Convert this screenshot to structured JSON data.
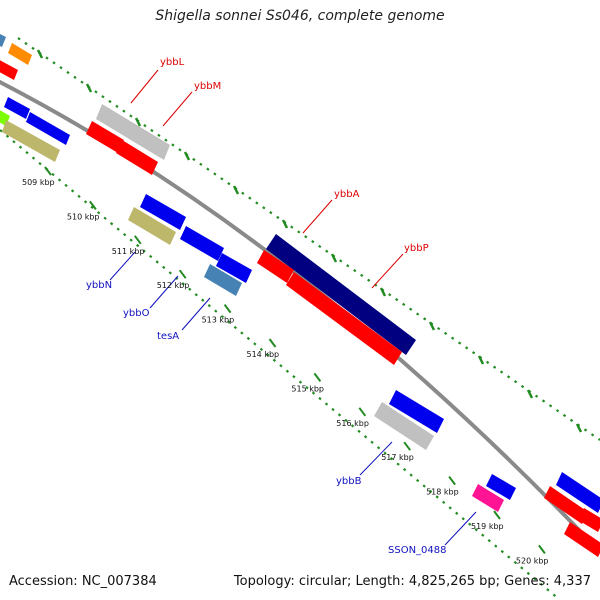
{
  "title": "Shigella sonnei Ss046, complete genome",
  "footer": {
    "accession": "Accession: NC_007384",
    "summary": "Topology: circular; Length: 4,825,265 bp; Genes: 4,337"
  },
  "colors": {
    "backbone": "#888888",
    "tick": "#228b22",
    "label_top": "#dd0000",
    "label_bottom": "#1010c0"
  },
  "ticks": [
    {
      "label": "509 kbp",
      "pos": 0
    },
    {
      "label": "510 kbp",
      "pos": 1
    },
    {
      "label": "511 kbp",
      "pos": 2
    },
    {
      "label": "512 kbp",
      "pos": 3
    },
    {
      "label": "513 kbp",
      "pos": 4
    },
    {
      "label": "514 kbp",
      "pos": 5
    },
    {
      "label": "515 kbp",
      "pos": 6
    },
    {
      "label": "516 kbp",
      "pos": 7
    },
    {
      "label": "517 kbp",
      "pos": 8
    },
    {
      "label": "518 kbp",
      "pos": 9
    },
    {
      "label": "519 kbp",
      "pos": 10
    },
    {
      "label": "520 kbp",
      "pos": 11
    }
  ],
  "gene_labels": [
    {
      "text": "ybbL",
      "color": "#dd0000"
    },
    {
      "text": "ybbM",
      "color": "#dd0000"
    },
    {
      "text": "ybbA",
      "color": "#dd0000"
    },
    {
      "text": "ybbP",
      "color": "#dd0000"
    },
    {
      "text": "ybbN",
      "color": "#1010c0"
    },
    {
      "text": "ybbO",
      "color": "#1010c0"
    },
    {
      "text": "tesA",
      "color": "#1010c0"
    },
    {
      "text": "ybbB",
      "color": "#1010c0"
    },
    {
      "text": "SSON_0488",
      "color": "#1010c0"
    }
  ]
}
